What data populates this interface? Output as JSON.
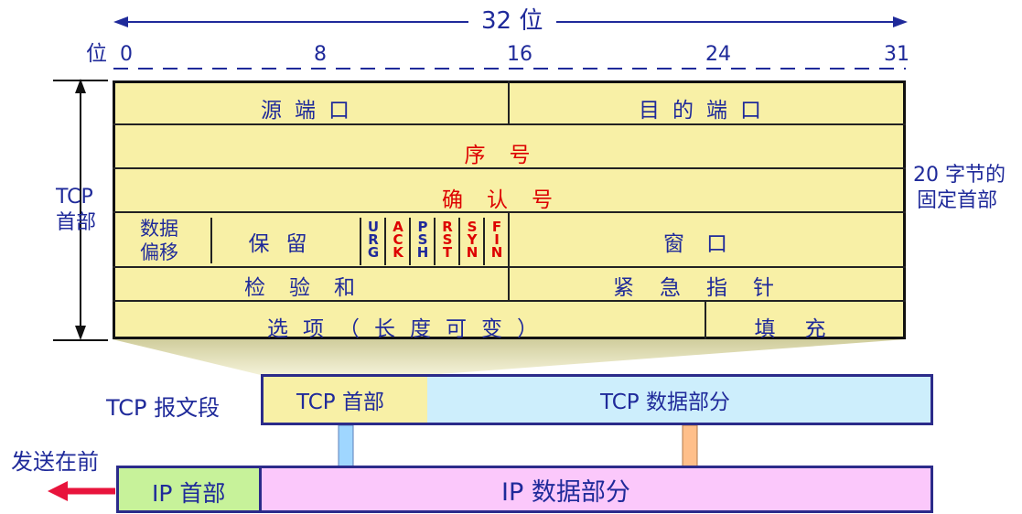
{
  "top": {
    "width_label": "32 位",
    "bit_label": "位",
    "bits": [
      "0",
      "8",
      "16",
      "24",
      "31"
    ]
  },
  "header": {
    "row1": {
      "src_port": "源端口",
      "dst_port": "目的端口"
    },
    "row2": {
      "seq": "序号"
    },
    "row3": {
      "ack": "确认号"
    },
    "row4": {
      "offset_line1": "数据",
      "offset_line2": "偏移",
      "reserved": "保留",
      "flags": [
        "URG",
        "ACK",
        "PSH",
        "RST",
        "SYN",
        "FIN"
      ],
      "window": "窗口"
    },
    "row5": {
      "checksum": "检验和",
      "urgent": "紧急指针"
    },
    "row6": {
      "options": "选项（长度可变）",
      "padding": "填充"
    }
  },
  "side": {
    "tcp_line1": "TCP",
    "tcp_line2": "首部",
    "fixed_line1": "20 字节的",
    "fixed_line2": "固定首部"
  },
  "segment": {
    "label": "TCP 报文段",
    "header": "TCP 首部",
    "data": "TCP 数据部分"
  },
  "ip": {
    "send_first": "发送在前",
    "header": "IP 首部",
    "data": "IP 数据部分"
  },
  "colors": {
    "header_fill": "#f8f0a6",
    "flag_red": "#dd0000",
    "text_blue": "#1f2a9a",
    "segment_data_fill": "#cdeefc",
    "ip_header_fill": "#c7f29a",
    "ip_data_fill": "#fbc8fb",
    "arrow_left": "#e8143c"
  }
}
